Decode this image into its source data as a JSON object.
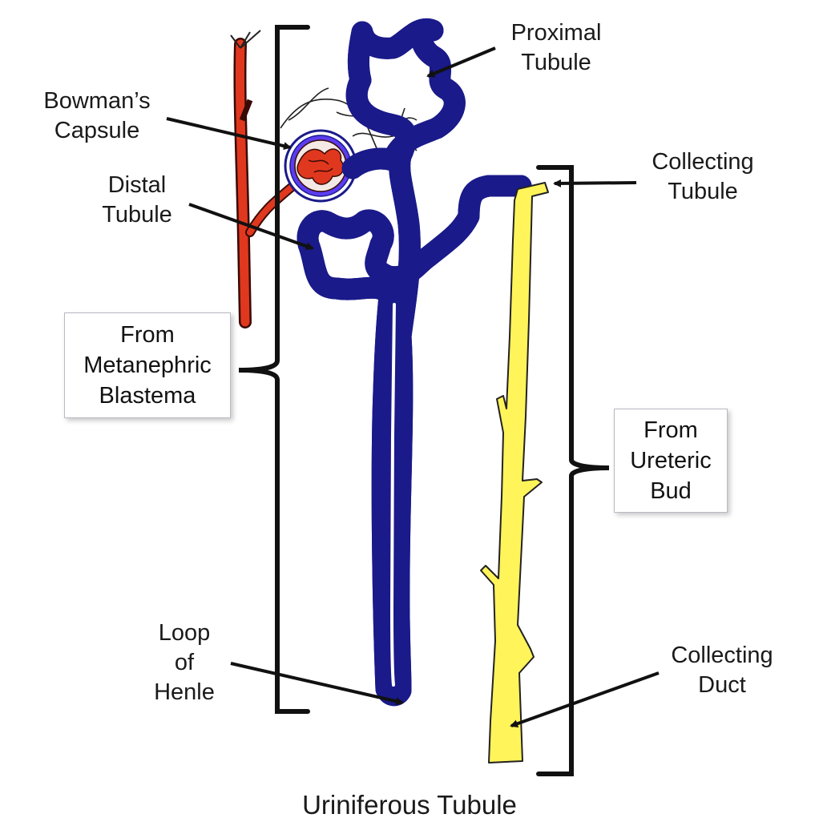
{
  "labels": {
    "proximal_tubule": [
      "Proximal",
      "Tubule"
    ],
    "bowmans_capsule": [
      "Bowman’s",
      "Capsule"
    ],
    "distal_tubule": [
      "Distal",
      "Tubule"
    ],
    "collecting_tubule": [
      "Collecting",
      "Tubule"
    ],
    "loop_of_henle": [
      "Loop",
      "of",
      "Henle"
    ],
    "collecting_duct": [
      "Collecting",
      "Duct"
    ]
  },
  "boxes": {
    "metanephric": [
      "From",
      "Metanephric",
      "Blastema"
    ],
    "ureteric": [
      "From",
      "Ureteric",
      "Bud"
    ]
  },
  "caption": "Uriniferous Tubule",
  "colors": {
    "nephron": "#5b3cf0",
    "nephron_outline": "#1a1a8a",
    "collecting": "#fff45a",
    "collecting_outline": "#222222",
    "blood": "#e0381e",
    "blood_outline": "#3a0a05"
  }
}
